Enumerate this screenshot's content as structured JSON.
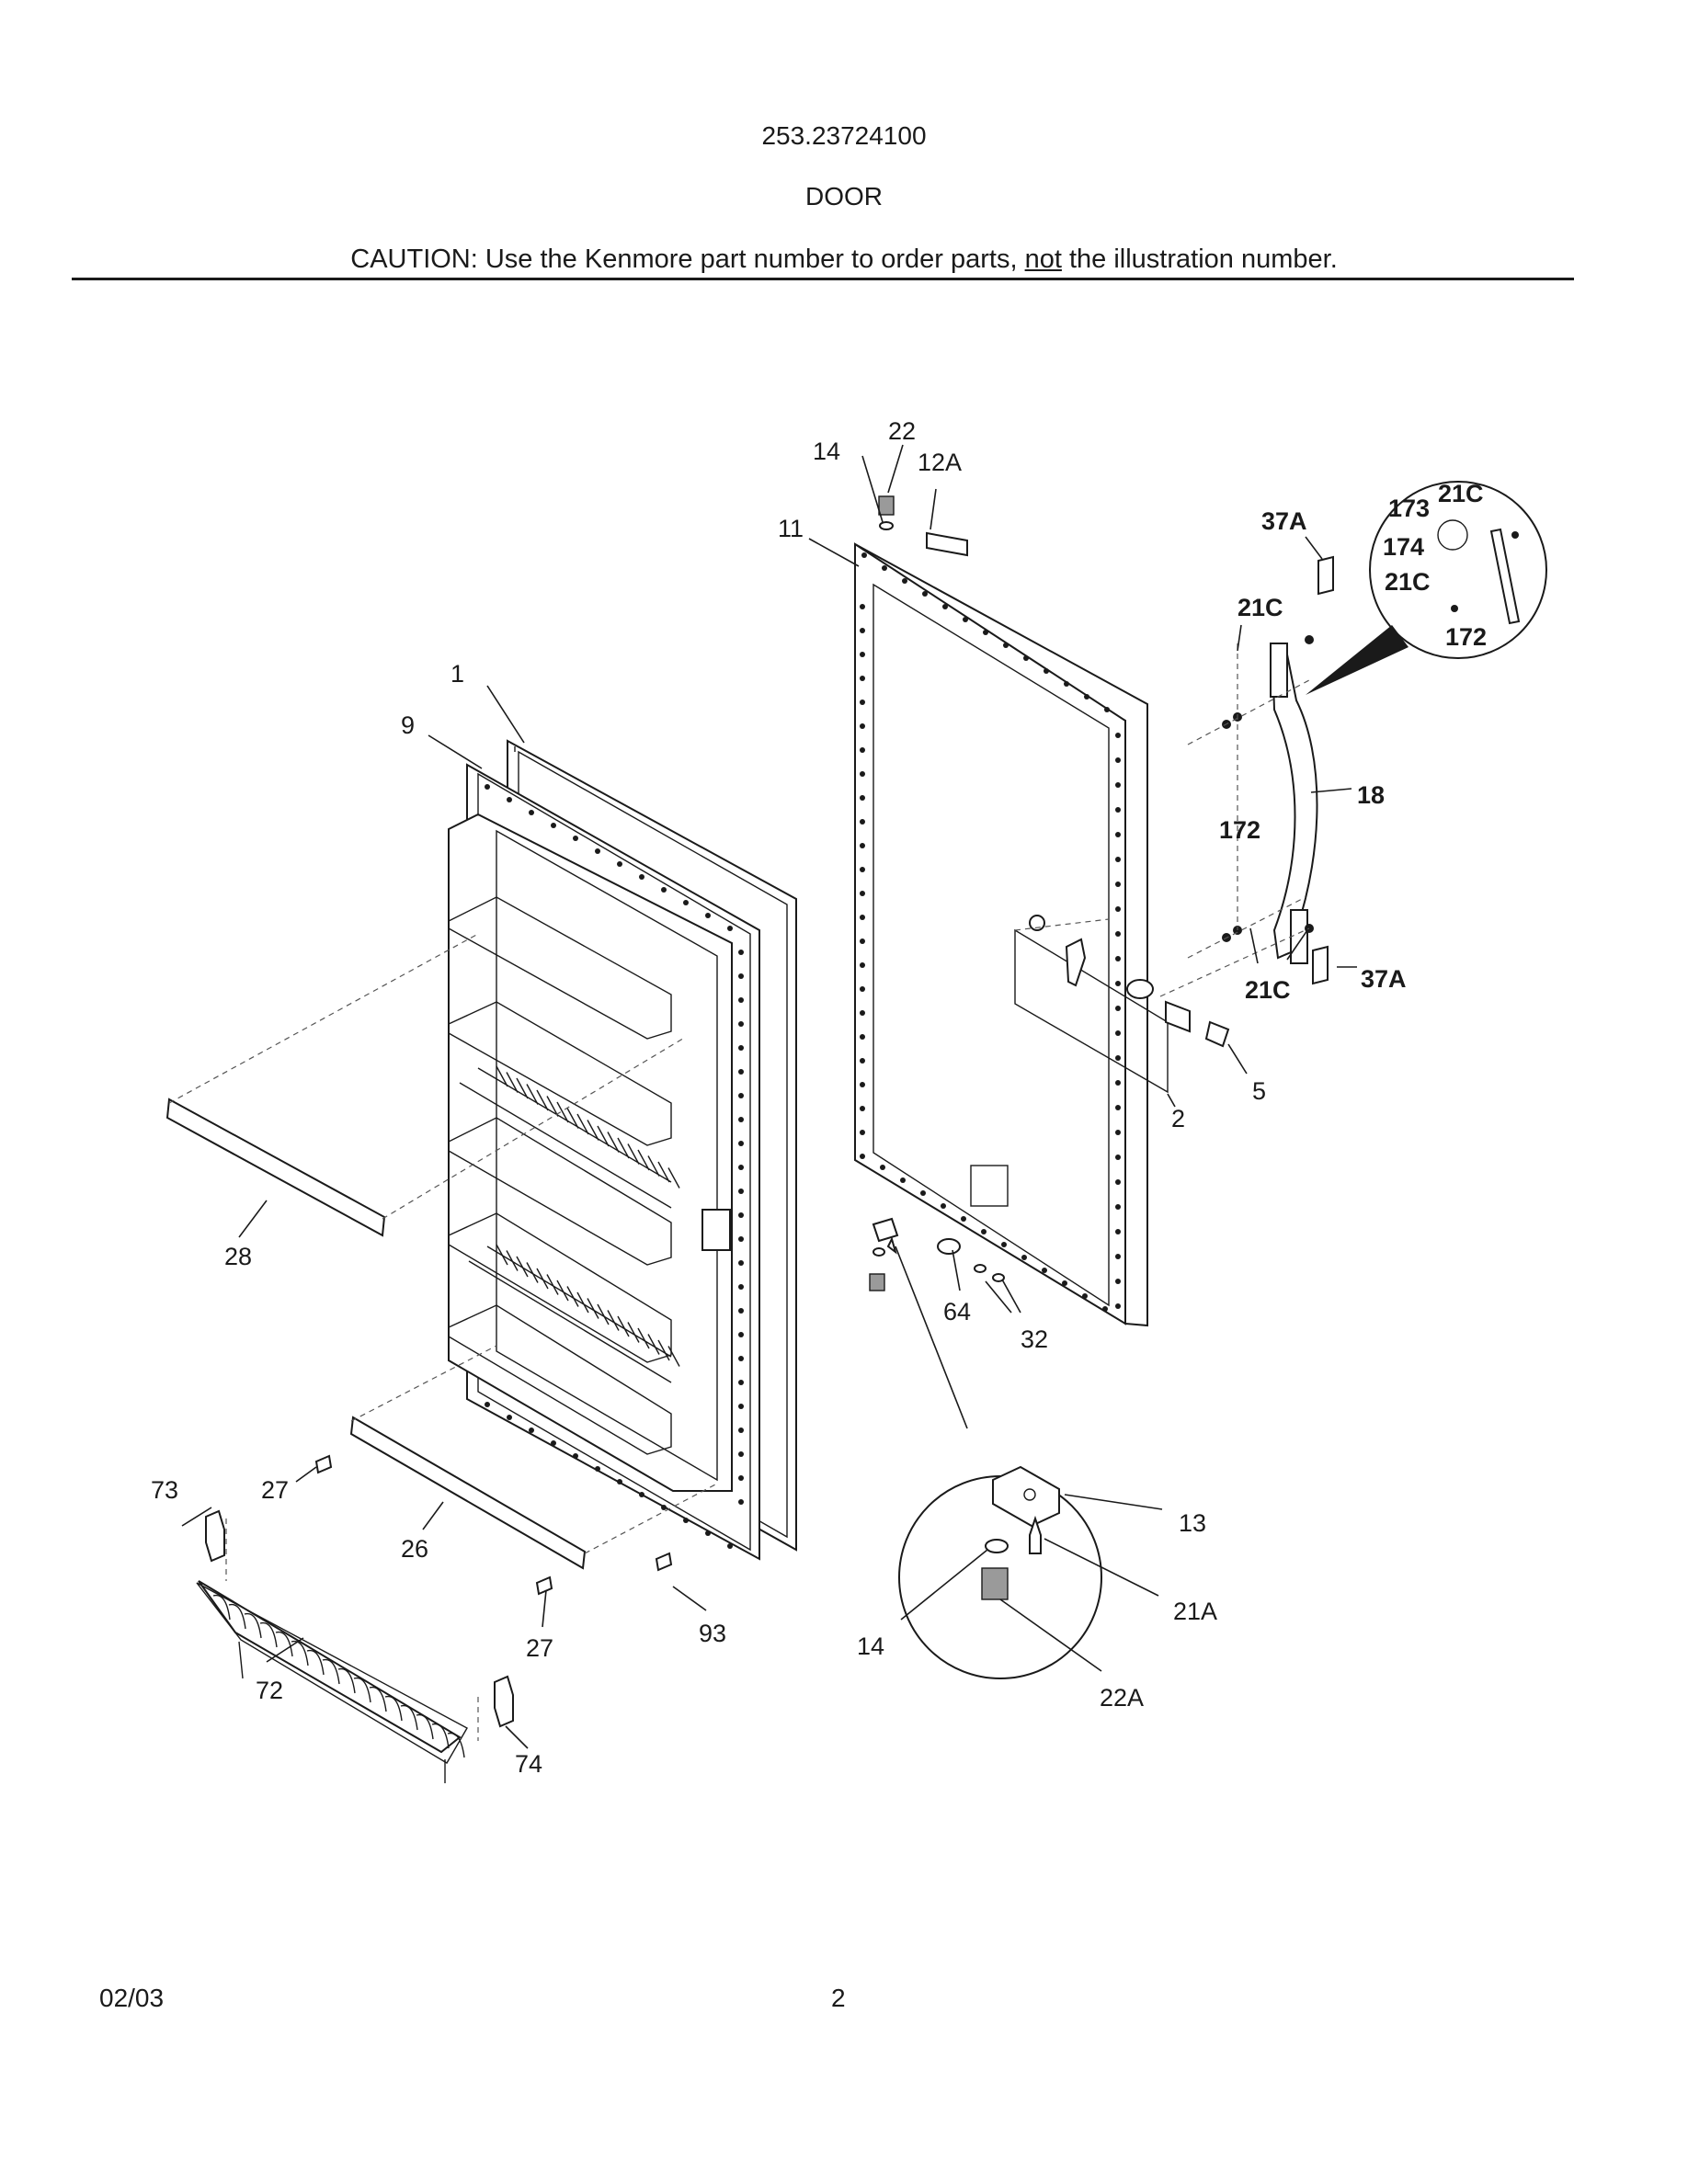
{
  "header": {
    "model": "253.23724100",
    "section": "DOOR",
    "caution_pre": "CAUTION: Use the Kenmore part number to order parts, ",
    "caution_not": "not",
    "caution_post": " the illustration number."
  },
  "labels": {
    "p1": "1",
    "p9": "9",
    "p28": "28",
    "p27a": "27",
    "p27b": "27",
    "p26": "26",
    "p73": "73",
    "p72": "72",
    "p74": "74",
    "p93": "93",
    "p14a": "14",
    "p22": "22",
    "p12A": "12A",
    "p11": "11",
    "p64": "64",
    "p32": "32",
    "p2": "2",
    "p5": "5",
    "p13": "13",
    "p21A": "21A",
    "p14b": "14",
    "p22A": "22A",
    "p37Aa": "37A",
    "p37Ab": "37A",
    "p21Ca": "21C",
    "p21Cb": "21C",
    "p18": "18",
    "p172a": "172",
    "i173": "173",
    "i21Ca": "21C",
    "i174": "174",
    "i21Cb": "21C",
    "i172": "172"
  },
  "footer": {
    "date": "02/03",
    "page": "2"
  }
}
